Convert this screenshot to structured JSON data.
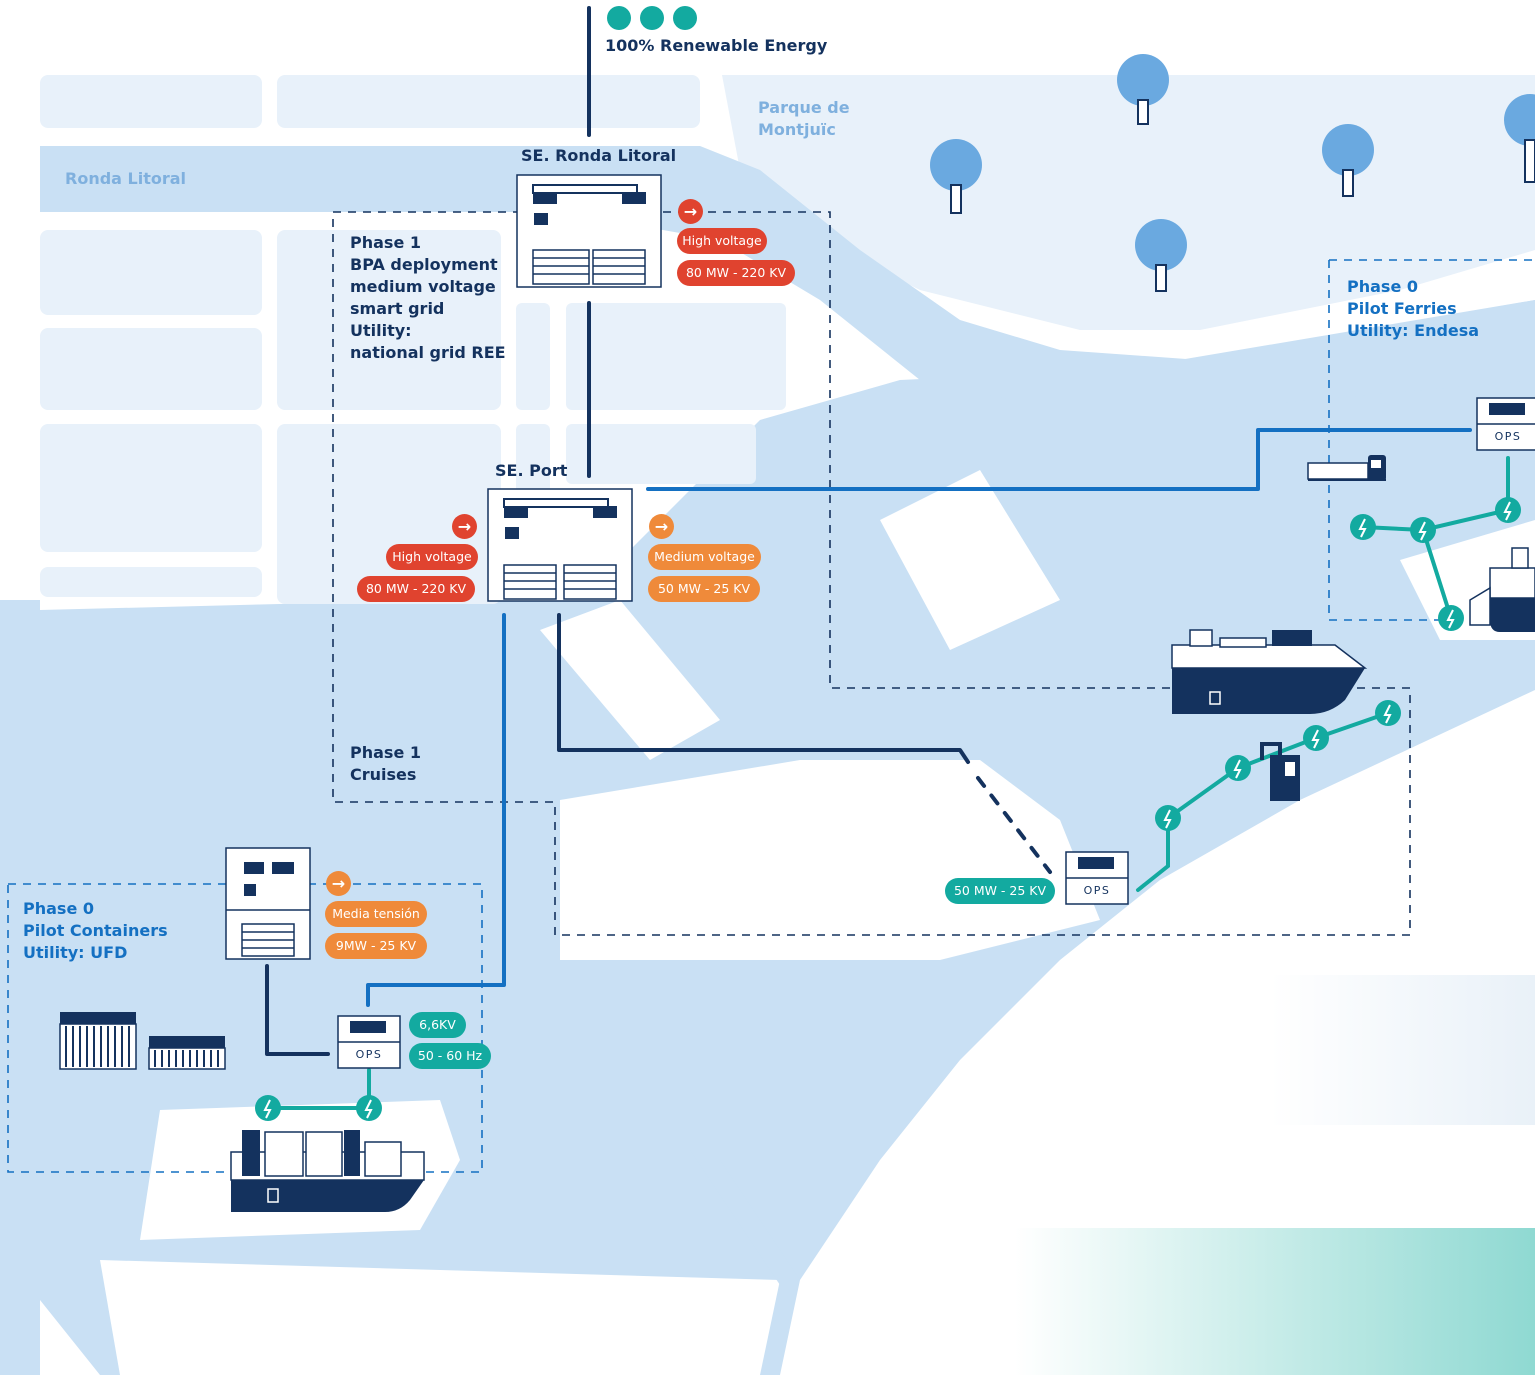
{
  "energy": {
    "label": "100% Renewable Energy",
    "icons": [
      "sun-icon",
      "wind-icon",
      "leaf-icon"
    ]
  },
  "places": {
    "ronda_litoral": "Ronda Litoral",
    "parque_line1": "Parque de",
    "parque_line2": "Montjuïc"
  },
  "substations": {
    "ronda": {
      "title": "SE. Ronda Litoral",
      "voltage_label": "High voltage",
      "rating": "80 MW - 220 KV"
    },
    "port": {
      "title": "SE. Port",
      "left_voltage_label": "High voltage",
      "left_rating": "80 MW - 220 KV",
      "right_voltage_label": "Medium voltage",
      "right_rating": "50 MW - 25 KV"
    },
    "containers": {
      "voltage_label": "Media tensión",
      "rating": "9MW - 25 KV"
    }
  },
  "phases": {
    "phase1_grid": [
      "Phase 1",
      "BPA deployment",
      "medium voltage",
      "smart grid",
      "Utility:",
      "national grid REE"
    ],
    "phase1_cruises": [
      "Phase 1",
      "Cruises"
    ],
    "phase0_ferries": [
      "Phase 0",
      "Pilot Ferries",
      "Utility: Endesa"
    ],
    "phase0_containers": [
      "Phase 0",
      "Pilot Containers",
      "Utility: UFD"
    ]
  },
  "ops": {
    "label": "OPS",
    "cruise_rating": "50 MW - 25 KV",
    "container_voltage": "6,6KV",
    "container_frequency": "50 - 60 Hz"
  },
  "colors": {
    "land": "#e8f1fa",
    "water": "#c9e0f4",
    "navy": "#14325e",
    "blue": "#1470c2",
    "teal": "#13aaa0",
    "red": "#e0432f",
    "orange": "#ef8a3a"
  }
}
